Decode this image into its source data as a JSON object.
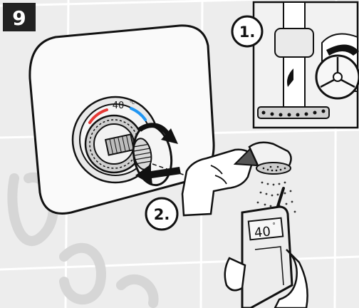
{
  "step": {
    "number": "9"
  },
  "callouts": [
    {
      "label": "1."
    },
    {
      "label": "2."
    }
  ],
  "mixer": {
    "dial_value": "40",
    "dial_unit": "°C"
  },
  "thermometer": {
    "reading": "40",
    "unit": "°"
  },
  "colors": {
    "tile_background": "#ededed",
    "grout": "#ffffff",
    "outline": "#111111",
    "hot_indicator": "#e53935",
    "cold_indicator": "#2196f3",
    "watermark": "#d6d6d6"
  },
  "icons": [
    "rotate-arrow-icon",
    "push-arrow-icon",
    "water-spray-icon"
  ]
}
